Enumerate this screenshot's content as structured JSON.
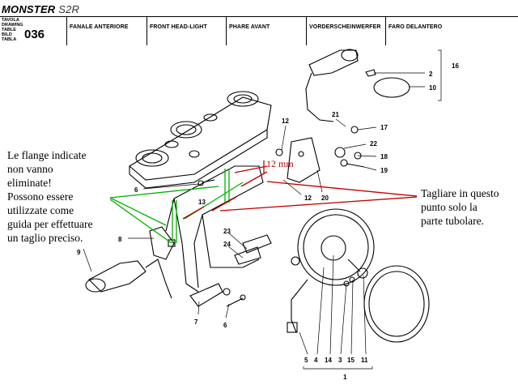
{
  "header": {
    "model_main": "MONSTER",
    "model_sub": "S2R",
    "tavola_lines": [
      "TAVOLA",
      "DRAWING",
      "TABLE",
      "BILD",
      "TABLA"
    ],
    "table_number": "036",
    "titles": [
      "FANALE ANTERIORE",
      "FRONT HEAD-LIGHT",
      "PHARE AVANT",
      "VORDERSCHEINWERFER",
      "FARO DELANTERO"
    ]
  },
  "annotations": {
    "left_note": [
      "Le flange indicate",
      "non vanno",
      "eliminate!",
      "Possono essere",
      "utilizzate come",
      "guida per effettuare",
      "un taglio preciso."
    ],
    "right_note": [
      "Tagliare in questo",
      "punto solo la",
      "parte tubolare."
    ],
    "measurement": "12 mm",
    "colors": {
      "annotation_red": "#c00000",
      "annotation_green": "#00b000",
      "line": "#000000"
    }
  },
  "callouts": {
    "c16": "16",
    "c2": "2",
    "c10": "10",
    "c21": "21",
    "c17": "17",
    "c22": "22",
    "c18": "18",
    "c19": "19",
    "c12a": "12",
    "c12b": "12",
    "c20": "20",
    "c6a": "6",
    "c13": "13",
    "c8": "8",
    "c9": "9",
    "c23": "23",
    "c24": "24",
    "c7": "7",
    "c6b": "6",
    "b5": "5",
    "b4": "4",
    "b14": "14",
    "b3": "3",
    "b15": "15",
    "b11": "11",
    "b1": "1"
  }
}
